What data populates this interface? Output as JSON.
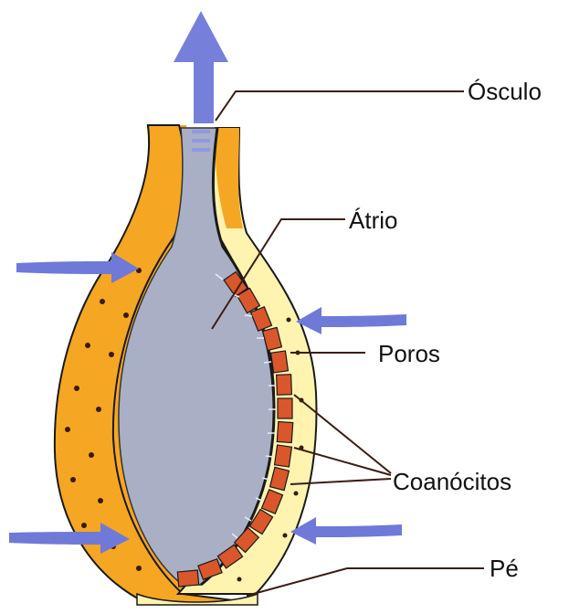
{
  "labels": {
    "osculo": "Ósculo",
    "atrio": "Átrio",
    "poros": "Poros",
    "coanocitos": "Coanócitos",
    "pe": "Pé"
  },
  "colors": {
    "outer_wall": "#F5A623",
    "inner_wall": "#FFF3B0",
    "wall_outline": "#1A1A1A",
    "atrium": "#A9AFC4",
    "cells": "#D9572B",
    "arrows": "#6F79D8",
    "label_text": "#111111"
  },
  "icons": {
    "water_flow": "arrow-icon"
  }
}
